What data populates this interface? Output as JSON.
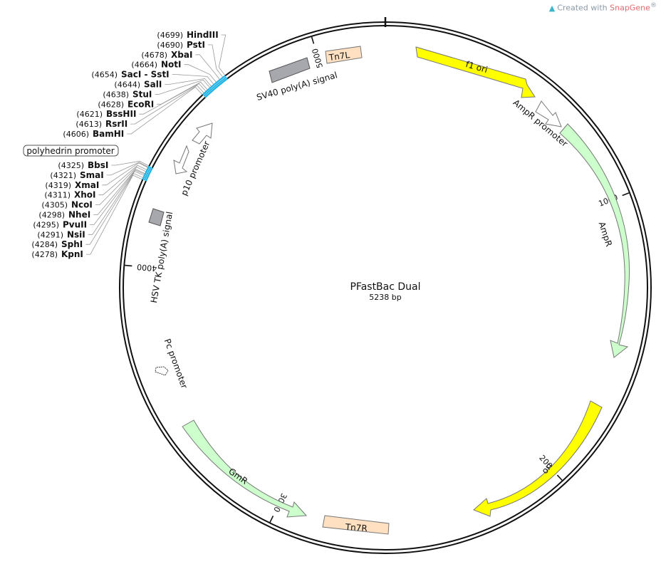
{
  "brand": {
    "prefix": "Created with ",
    "name": "SnapGene",
    "mark": "®",
    "icon": "snapgene-logo-icon"
  },
  "plasmid": {
    "name": "PFastBac Dual",
    "length_label": "5238 bp",
    "length": 5238
  },
  "ticks": [
    {
      "label": "5000",
      "bp": 5000
    },
    {
      "label": "1000",
      "bp": 1000
    },
    {
      "label": "2000",
      "bp": 2000
    },
    {
      "label": "3000",
      "bp": 3000
    },
    {
      "label": "4000",
      "bp": 4000
    }
  ],
  "mcs_regions": [
    {
      "start": 4278,
      "end": 4325
    },
    {
      "start": 4606,
      "end": 4699
    }
  ],
  "sites_top": [
    {
      "pos": "(4699)",
      "name": "HindIII",
      "bp": 4699
    },
    {
      "pos": "(4690)",
      "name": "PstI",
      "bp": 4690
    },
    {
      "pos": "(4678)",
      "name": "XbaI",
      "bp": 4678
    },
    {
      "pos": "(4664)",
      "name": "NotI",
      "bp": 4664
    },
    {
      "pos": "(4654)",
      "name": "SacI - SstI",
      "bp": 4654
    },
    {
      "pos": "(4644)",
      "name": "SalI",
      "bp": 4644
    },
    {
      "pos": "(4638)",
      "name": "StuI",
      "bp": 4638
    },
    {
      "pos": "(4628)",
      "name": "EcoRI",
      "bp": 4628
    },
    {
      "pos": "(4621)",
      "name": "BssHII",
      "bp": 4621
    },
    {
      "pos": "(4613)",
      "name": "RsrII",
      "bp": 4613
    },
    {
      "pos": "(4606)",
      "name": "BamHI",
      "bp": 4606
    }
  ],
  "sites_bottom": [
    {
      "pos": "(4325)",
      "name": "BbsI",
      "bp": 4325
    },
    {
      "pos": "(4321)",
      "name": "SmaI",
      "bp": 4321
    },
    {
      "pos": "(4319)",
      "name": "XmaI",
      "bp": 4319
    },
    {
      "pos": "(4311)",
      "name": "XhoI",
      "bp": 4311
    },
    {
      "pos": "(4305)",
      "name": "NcoI",
      "bp": 4305
    },
    {
      "pos": "(4298)",
      "name": "NheI",
      "bp": 4298
    },
    {
      "pos": "(4295)",
      "name": "PvuII",
      "bp": 4295
    },
    {
      "pos": "(4291)",
      "name": "NsiI",
      "bp": 4291
    },
    {
      "pos": "(4284)",
      "name": "SphI",
      "bp": 4284
    },
    {
      "pos": "(4278)",
      "name": "KpnI",
      "bp": 4278
    }
  ],
  "boxed_label": "polyhedrin promoter",
  "features": {
    "f1_ori": {
      "label": "f1 ori",
      "color": "#ffff00"
    },
    "ampr_promoter": {
      "label": "AmpR promoter",
      "color": "#ffffff"
    },
    "ampr": {
      "label": "AmpR",
      "color": "#ccffcc"
    },
    "ori": {
      "label": "ori",
      "color": "#ffff00"
    },
    "tn7r": {
      "label": "Tn7R",
      "color": "#ffe0c0"
    },
    "gmr": {
      "label": "GmR",
      "color": "#ccffcc"
    },
    "pc_promoter": {
      "label": "Pc promoter",
      "color": "#ffffff"
    },
    "hsv_tk": {
      "label": "HSV TK poly(A) signal",
      "color": "#a6a8ad"
    },
    "p10": {
      "label": "p10 promoter",
      "color": "#ffffff"
    },
    "sv40": {
      "label": "SV40 poly(A) signal",
      "color": "#a6a8ad"
    },
    "tn7l": {
      "label": "Tn7L",
      "color": "#ffe0c0"
    }
  },
  "colors": {
    "backbone": "#111111",
    "mcs": "#1fb6e8"
  }
}
